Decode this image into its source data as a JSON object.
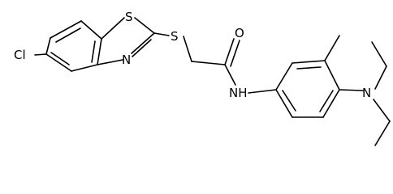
{
  "molecule": {
    "atoms": {
      "cl": "Cl",
      "s_ring": "S",
      "n_ring": "N",
      "s_thio": "S",
      "o": "O",
      "nh": "NH",
      "n_amine": "N"
    }
  }
}
